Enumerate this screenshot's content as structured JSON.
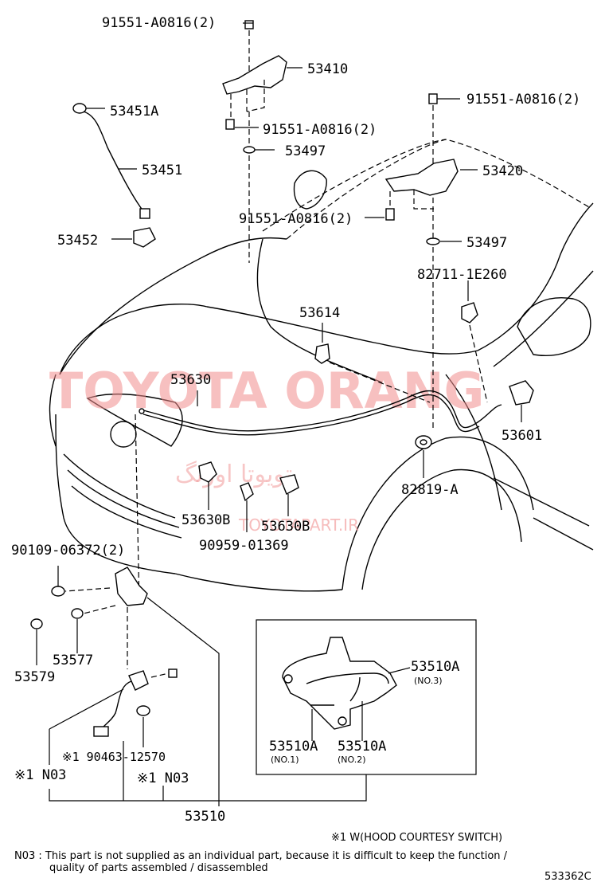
{
  "watermark": {
    "latin": "TOYOTA ORANG",
    "arabic": "تويوتا اورنگ",
    "site": "TOYOTAPART.IR"
  },
  "labels": {
    "bolt_top": "91551-A0816(2)",
    "hinge_lh": "53410",
    "bolt_hinge_lh": "91551-A0816(2)",
    "washer_lh": "53497",
    "rod_grommet": "53451A",
    "support_rod": "53451",
    "rod_holder": "53452",
    "bolt_top_rh": "91551-A0816(2)",
    "hinge_rh": "53420",
    "bolt_hinge_rh": "91551-A0816(2)",
    "washer_rh": "53497",
    "clip_82711": "82711-1E260",
    "lock_hook": "53614",
    "release_cable": "53630",
    "release_lever": "53601",
    "grommet_82819": "82819-A",
    "clamp_b_left": "53630B",
    "clamp_b_right": "53630B",
    "clip_90959": "90959-01369",
    "screw_90109": "90109-06372(2)",
    "cushion_53577": "53577",
    "cushion_53579": "53579",
    "switch_harness": "※1 90463-12570",
    "n03_left": "※1 N03",
    "n03_right": "※1 N03",
    "lock_assy": "53510",
    "spring_top": "53510A",
    "spring_top_sub": "(NO.3)",
    "spring_bl": "53510A",
    "spring_bl_sub": "(NO.1)",
    "spring_br": "53510A",
    "spring_br_sub": "(NO.2)"
  },
  "footnotes": {
    "courtesy": "※1 W(HOOD COURTESY SWITCH)",
    "n03_line1": "N03 : This part is not supplied as an individual part, because it is difficult to keep the function /",
    "n03_line2": "quality of parts assembled / disassembled",
    "illustration_number": "533362C"
  }
}
